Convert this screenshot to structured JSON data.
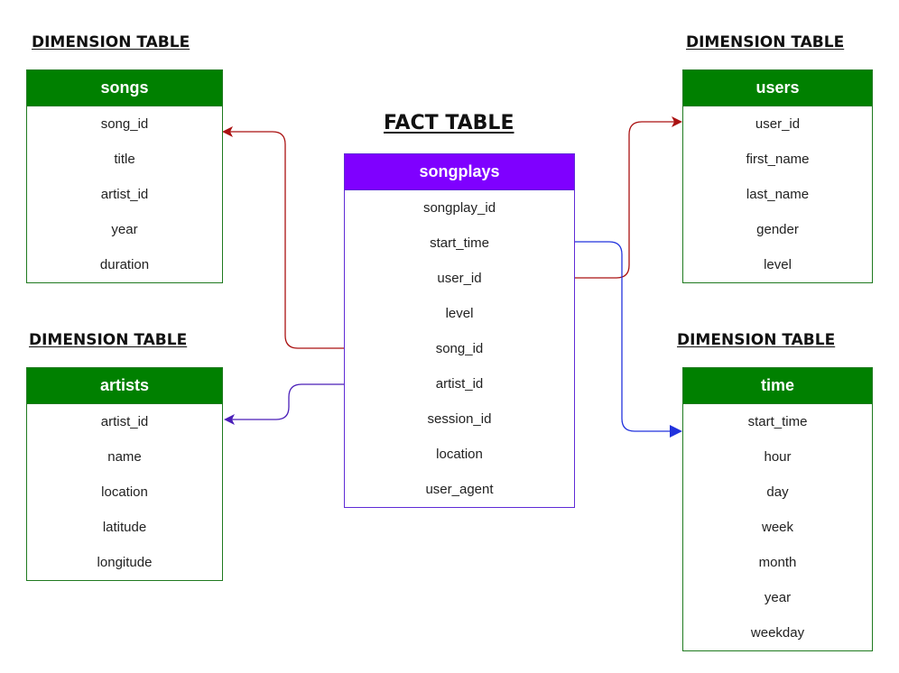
{
  "colors": {
    "dimension_header": "#008000",
    "fact_header": "#7f00ff",
    "dimension_border": "#1f7a1f",
    "fact_border": "#5f2bd6",
    "link_red": "#aa1111",
    "link_blue": "#2233dd",
    "link_purple": "#4a1fb8"
  },
  "fact_table": {
    "caption": "FACT TABLE",
    "name": "songplays",
    "fields": [
      "songplay_id",
      "start_time",
      "user_id",
      "level",
      "song_id",
      "artist_id",
      "session_id",
      "location",
      "user_agent"
    ]
  },
  "dimension_tables": {
    "songs": {
      "caption": "DIMENSION TABLE",
      "name": "songs",
      "fields": [
        "song_id",
        "title",
        "artist_id",
        "year",
        "duration"
      ]
    },
    "users": {
      "caption": "DIMENSION TABLE",
      "name": "users",
      "fields": [
        "user_id",
        "first_name",
        "last_name",
        "gender",
        "level"
      ]
    },
    "artists": {
      "caption": "DIMENSION TABLE",
      "name": "artists",
      "fields": [
        "artist_id",
        "name",
        "location",
        "latitude",
        "longitude"
      ]
    },
    "time": {
      "caption": "DIMENSION TABLE",
      "name": "time",
      "fields": [
        "start_time",
        "hour",
        "day",
        "week",
        "month",
        "year",
        "weekday"
      ]
    }
  }
}
